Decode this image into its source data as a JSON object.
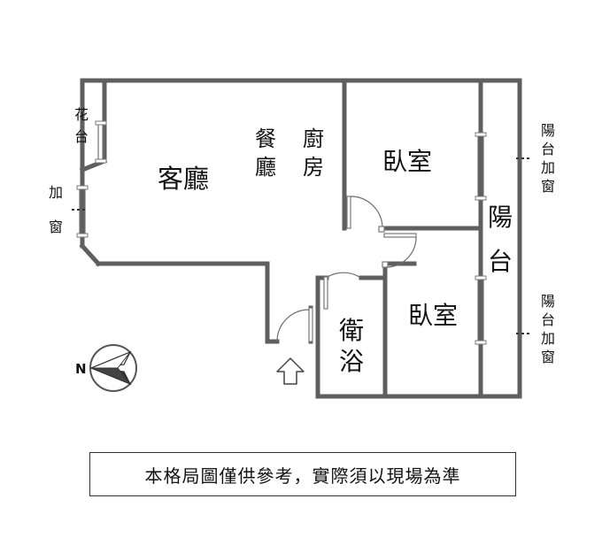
{
  "rooms": {
    "living": "客廳",
    "dining": "餐廳",
    "kitchen": "廚房",
    "bedroom_1": "臥室",
    "bedroom_2": "臥室",
    "bathroom": "衛浴",
    "balcony": "陽台",
    "planter": "花台"
  },
  "annotations": {
    "added_window": "加窗",
    "balcony_added_window": "陽台加窗"
  },
  "compass": {
    "label": "N"
  },
  "entrance": {
    "icon": "up-arrow-icon"
  },
  "disclaimer": "本格局圖僅供參考，實際須以現場為準",
  "colors": {
    "wall": "#5f5f5f",
    "text": "#111111",
    "background": "#ffffff"
  }
}
